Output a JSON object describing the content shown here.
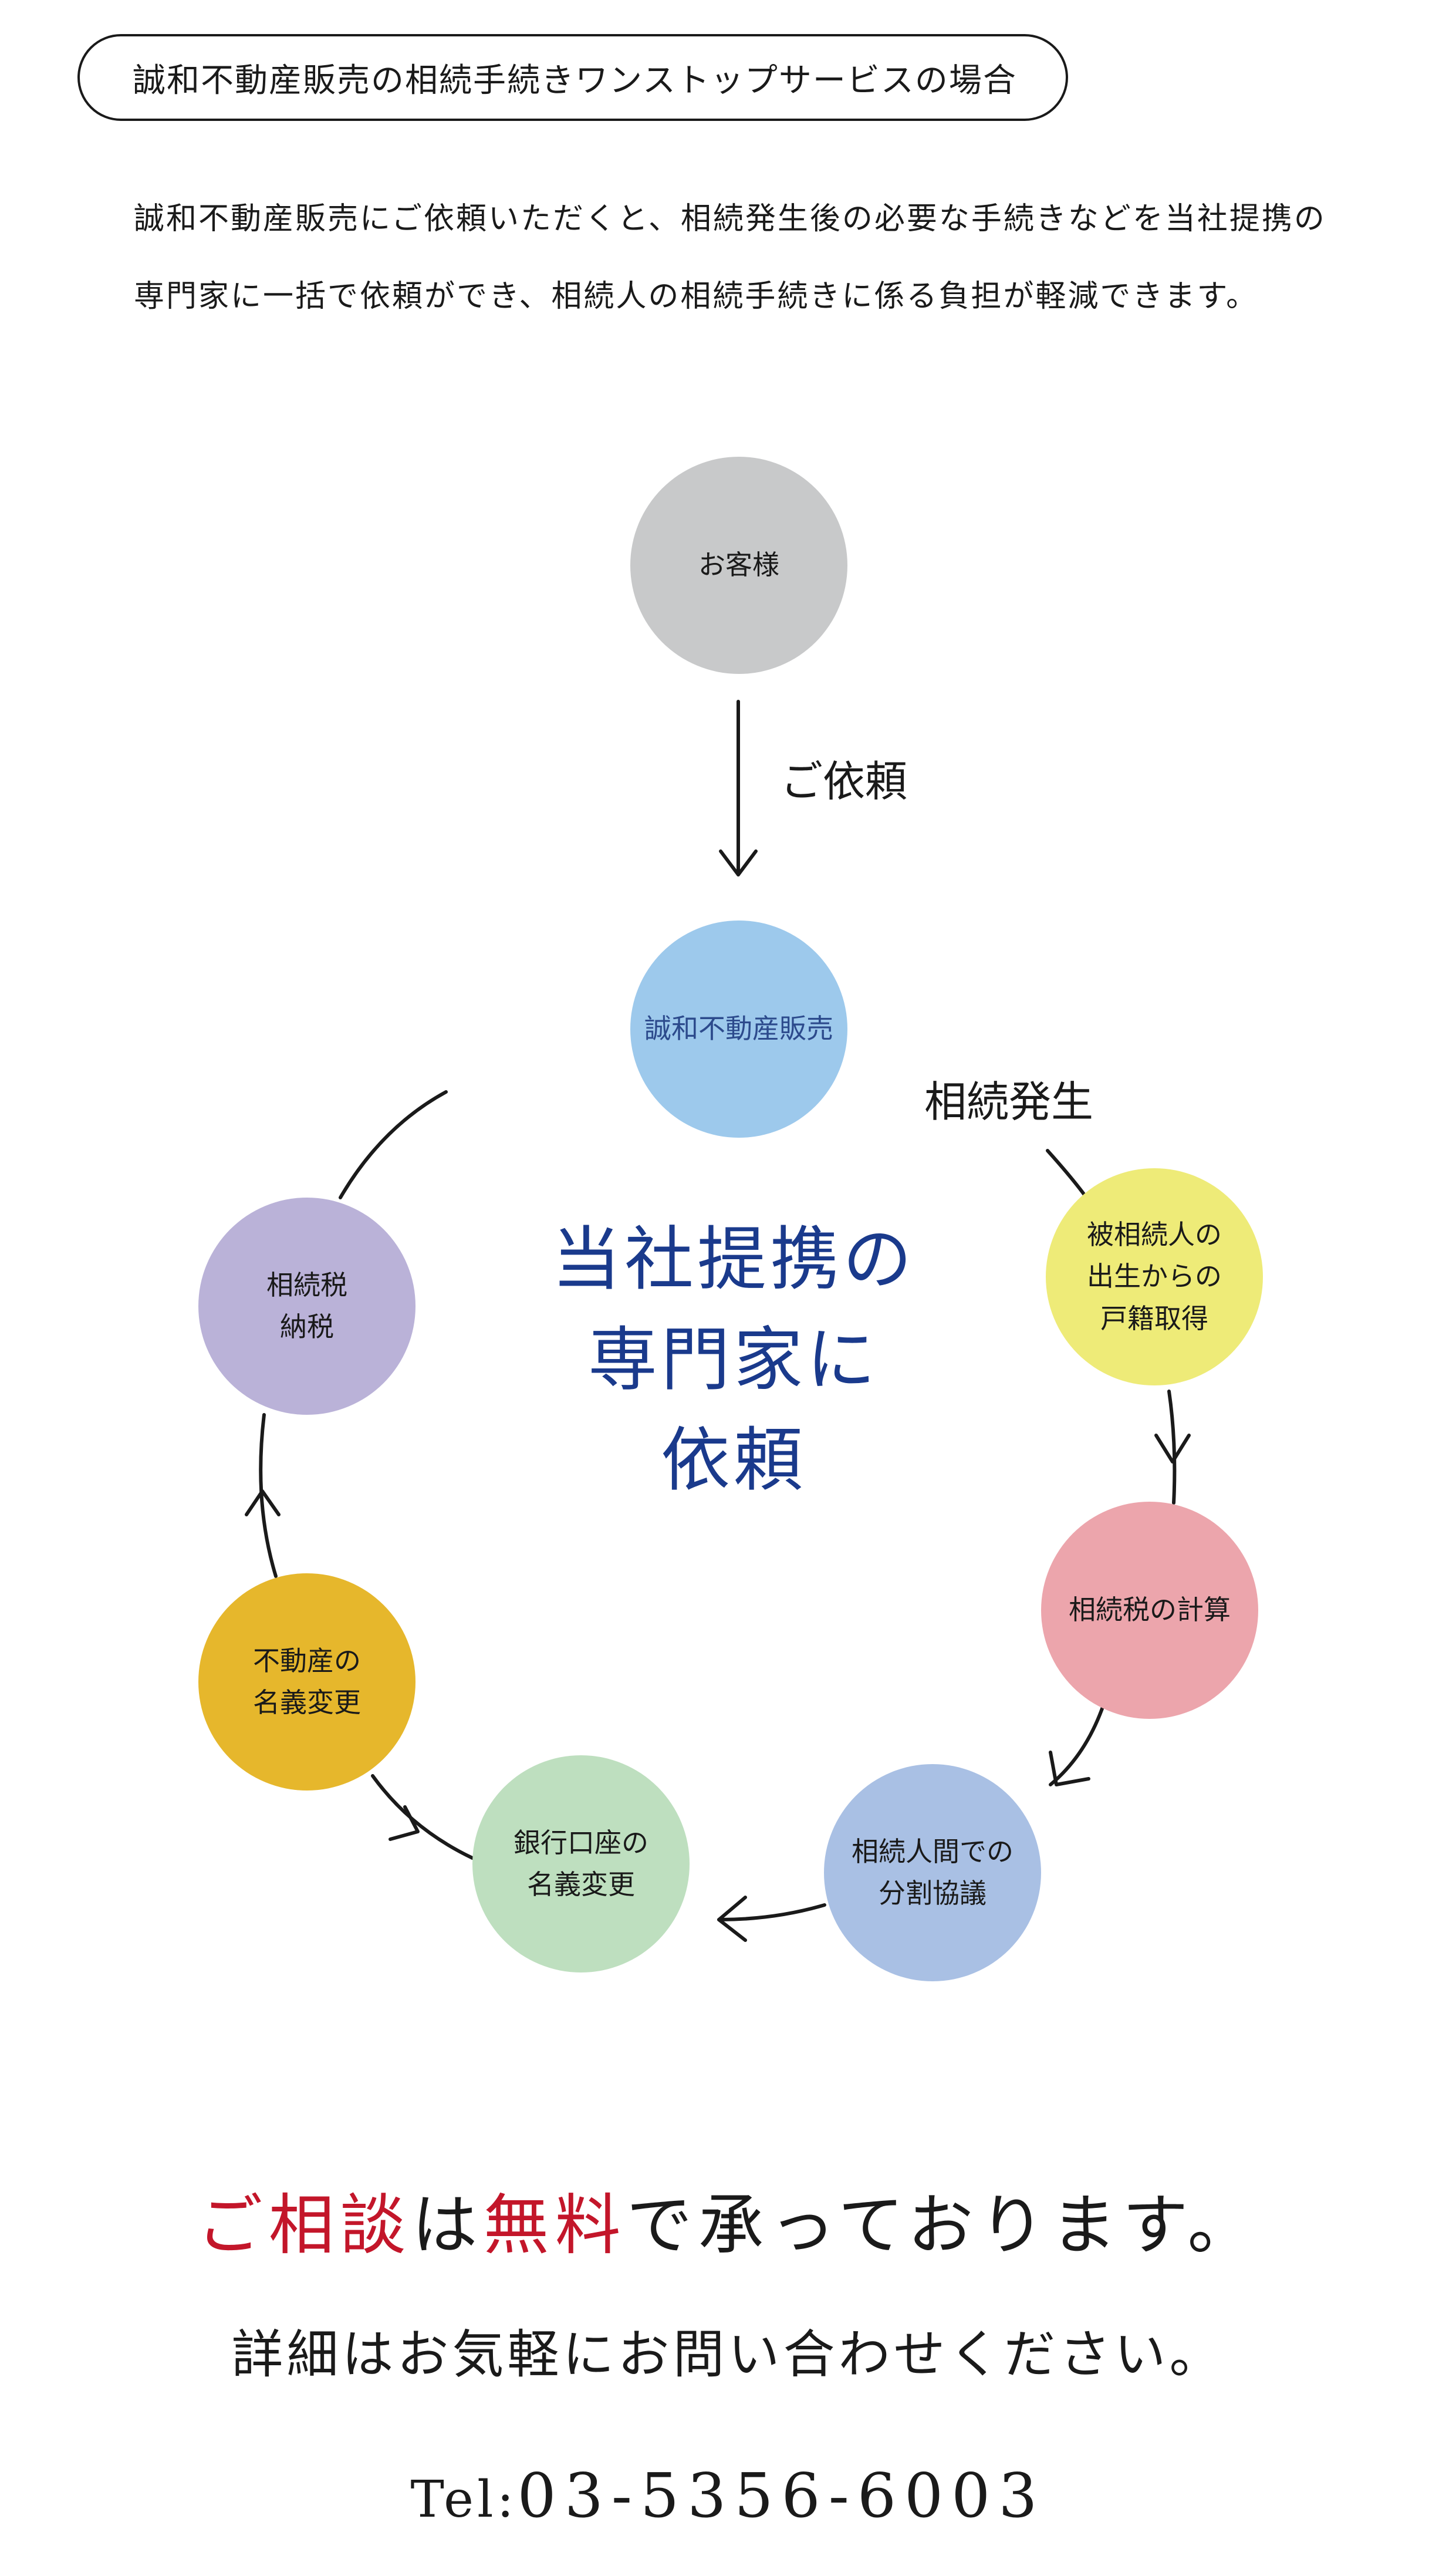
{
  "header": {
    "title": "誠和不動産販売の相続手続きワンストップサービスの場合"
  },
  "intro": {
    "line1": "誠和不動産販売にご依頼いただくと、相続発生後の必要な手続きなどを当社提携の",
    "line2": "専門家に一括で依頼ができ、相続人の相続手続きに係る負担が軽減できます。"
  },
  "diagram": {
    "customer": "お客様",
    "request_label": "ご依頼",
    "company": "誠和不動産販売",
    "occurrence_label": "相続発生",
    "center_lines": [
      "当社提携の",
      "専門家に",
      "依頼"
    ],
    "steps": [
      {
        "lines": [
          "被相続人の",
          "出生からの",
          "戸籍取得"
        ],
        "color": "#eeeb78"
      },
      {
        "lines": [
          "相続税の計算"
        ],
        "color": "#eca5ac"
      },
      {
        "lines": [
          "相続人間での",
          "分割協議"
        ],
        "color": "#a9c0e4"
      },
      {
        "lines": [
          "銀行口座の",
          "名義変更"
        ],
        "color": "#bedfbf"
      },
      {
        "lines": [
          "不動産の",
          "名義変更"
        ],
        "color": "#e6b72c"
      },
      {
        "lines": [
          "相続税",
          "納税"
        ],
        "color": "#bab2d8"
      }
    ],
    "colors": {
      "customer": "#c8c9ca",
      "company": "#9dc9ec",
      "company_text": "#2c4a8c",
      "center_text": "#1a3a8c"
    }
  },
  "cta": {
    "part1": "ご相談",
    "part2": "は",
    "part3": "無料",
    "part4": "で承っております。",
    "details": "詳細はお気軽にお問い合わせください。",
    "tel_label": "Tel:",
    "tel_number": "03-5356-6003",
    "accent_color": "#c3162a"
  }
}
